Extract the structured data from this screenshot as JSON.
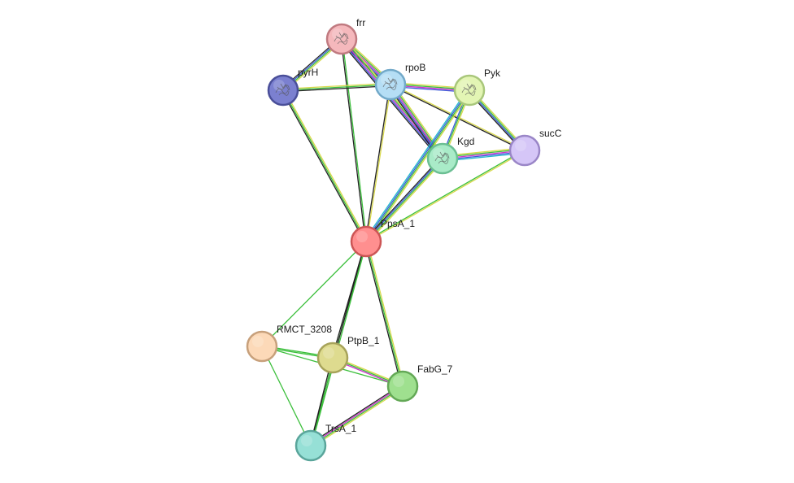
{
  "network": {
    "nodes": [
      {
        "id": "frr",
        "label": "frr",
        "fill": "#f5b8bc",
        "stroke": "#c07a80",
        "structure": true
      },
      {
        "id": "pyrH",
        "label": "pyrH",
        "fill": "#7b80d0",
        "stroke": "#4a4f99",
        "structure": true
      },
      {
        "id": "rpoB",
        "label": "rpoB",
        "fill": "#b5def5",
        "stroke": "#72a9c9",
        "structure": true
      },
      {
        "id": "Pyk",
        "label": "Pyk",
        "fill": "#e3f5b4",
        "stroke": "#a9c77b",
        "structure": true
      },
      {
        "id": "sucC",
        "label": "sucC",
        "fill": "#d5c6f7",
        "stroke": "#9a86c7",
        "structure": false
      },
      {
        "id": "Kgd",
        "label": "Kgd",
        "fill": "#a9ebc8",
        "stroke": "#6bbf93",
        "structure": true
      },
      {
        "id": "PpsA_1",
        "label": "PpsA_1",
        "fill": "#ff8f8f",
        "stroke": "#cc5555",
        "structure": false
      },
      {
        "id": "RMCT_3208",
        "label": "RMCT_3208",
        "fill": "#fcd9b8",
        "stroke": "#c7a07b",
        "structure": false
      },
      {
        "id": "PtpB_1",
        "label": "PtpB_1",
        "fill": "#dedb8f",
        "stroke": "#a7a35a",
        "structure": false
      },
      {
        "id": "FabG_7",
        "label": "FabG_7",
        "fill": "#9fe08f",
        "stroke": "#63a856",
        "structure": false
      },
      {
        "id": "TrsA_1",
        "label": "TrsA_1",
        "fill": "#96e0d6",
        "stroke": "#5aa59b",
        "structure": false
      }
    ],
    "edges": [
      {
        "source": "frr",
        "target": "pyrH",
        "colors": [
          "#d8d84a",
          "#3cbf3c",
          "#3a5ad8",
          "#222222"
        ]
      },
      {
        "source": "frr",
        "target": "rpoB",
        "colors": [
          "#d8d84a",
          "#3cbf3c",
          "#cc33cc",
          "#3a5ad8",
          "#222222"
        ]
      },
      {
        "source": "frr",
        "target": "Kgd",
        "colors": [
          "#d8d84a",
          "#3cbf3c",
          "#cc33cc",
          "#3a5ad8",
          "#222222"
        ]
      },
      {
        "source": "frr",
        "target": "PpsA_1",
        "colors": [
          "#3cbf3c",
          "#222222"
        ]
      },
      {
        "source": "pyrH",
        "target": "rpoB",
        "colors": [
          "#d8d84a",
          "#3cbf3c",
          "#222222"
        ]
      },
      {
        "source": "pyrH",
        "target": "PpsA_1",
        "colors": [
          "#d8d84a",
          "#3cbf3c",
          "#222222"
        ]
      },
      {
        "source": "rpoB",
        "target": "Pyk",
        "colors": [
          "#d8d84a",
          "#3cbf3c",
          "#cc33cc",
          "#3a5ad8"
        ]
      },
      {
        "source": "rpoB",
        "target": "Kgd",
        "colors": [
          "#d8d84a",
          "#3cbf3c",
          "#cc33cc",
          "#3a5ad8",
          "#222222"
        ]
      },
      {
        "source": "rpoB",
        "target": "sucC",
        "colors": [
          "#d8d84a",
          "#222222"
        ]
      },
      {
        "source": "rpoB",
        "target": "PpsA_1",
        "colors": [
          "#d8d84a",
          "#222222"
        ]
      },
      {
        "source": "Pyk",
        "target": "Kgd",
        "colors": [
          "#d8d84a",
          "#3cbf3c",
          "#3a5ad8"
        ]
      },
      {
        "source": "Pyk",
        "target": "sucC",
        "colors": [
          "#d8d84a",
          "#3cbf3c",
          "#3a5ad8",
          "#222222"
        ]
      },
      {
        "source": "Pyk",
        "target": "PpsA_1",
        "colors": [
          "#d8d84a",
          "#3cbf3c",
          "#3a5ad8",
          "#22b8cc"
        ]
      },
      {
        "source": "Kgd",
        "target": "sucC",
        "colors": [
          "#d8d84a",
          "#3cbf3c",
          "#cc33cc",
          "#3a5ad8",
          "#22b8cc"
        ]
      },
      {
        "source": "Kgd",
        "target": "PpsA_1",
        "colors": [
          "#d8d84a",
          "#3cbf3c",
          "#3a5ad8",
          "#222222"
        ]
      },
      {
        "source": "sucC",
        "target": "PpsA_1",
        "colors": [
          "#d8d84a",
          "#3cbf3c"
        ]
      },
      {
        "source": "PpsA_1",
        "target": "RMCT_3208",
        "colors": [
          "#3cbf3c"
        ]
      },
      {
        "source": "PpsA_1",
        "target": "PtpB_1",
        "colors": [
          "#3cbf3c",
          "#222222"
        ]
      },
      {
        "source": "PpsA_1",
        "target": "FabG_7",
        "colors": [
          "#d8d84a",
          "#3cbf3c",
          "#222222"
        ]
      },
      {
        "source": "PpsA_1",
        "target": "TrsA_1",
        "colors": [
          "#3cbf3c",
          "#222222"
        ]
      },
      {
        "source": "RMCT_3208",
        "target": "PtpB_1",
        "colors": [
          "#3cbf3c",
          "#3cbf3c"
        ]
      },
      {
        "source": "RMCT_3208",
        "target": "FabG_7",
        "colors": [
          "#3cbf3c"
        ]
      },
      {
        "source": "RMCT_3208",
        "target": "TrsA_1",
        "colors": [
          "#3cbf3c"
        ]
      },
      {
        "source": "PtpB_1",
        "target": "FabG_7",
        "colors": [
          "#d8d84a",
          "#3cbf3c",
          "#cc33cc"
        ]
      },
      {
        "source": "PtpB_1",
        "target": "TrsA_1",
        "colors": [
          "#3cbf3c",
          "#222222"
        ]
      },
      {
        "source": "FabG_7",
        "target": "TrsA_1",
        "colors": [
          "#d8d84a",
          "#3cbf3c",
          "#cc33cc",
          "#222222"
        ]
      }
    ]
  }
}
